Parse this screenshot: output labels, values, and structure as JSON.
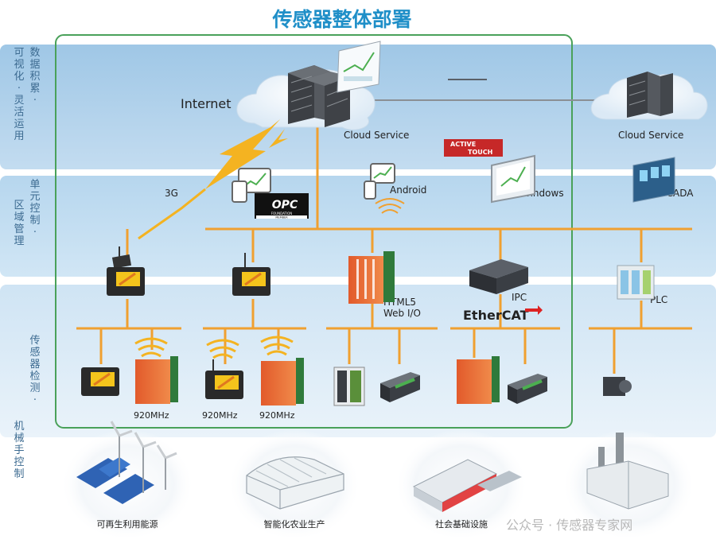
{
  "title": "传感器整体部署",
  "zones": {
    "top": {
      "col1": "可视化·灵活运用",
      "col2": "数据积累·"
    },
    "mid": {
      "col1": "区域管理",
      "col2": "单元控制·"
    },
    "bottom": {
      "col1": "机械手控制",
      "col2": "传感器检测·"
    }
  },
  "labels": {
    "internet": "Internet",
    "cloud_service_1": "Cloud Service",
    "cloud_service_2": "Cloud Service",
    "g3": "3G",
    "android": "Android",
    "windows": "Windows",
    "scada": "SCADA",
    "html5": "HTML5",
    "webio": "Web I/O",
    "ipc": "IPC",
    "plc": "PLC",
    "ethercat": "EtherCAT",
    "mhz1": "920MHz",
    "mhz2": "920MHz",
    "mhz3": "920MHz"
  },
  "logos": {
    "opc_name": "OPC",
    "opc_sub": "FOUNDATION",
    "opc_member": "MEMBER",
    "active_top": "ACTIVE",
    "active_bottom": "TOUCH"
  },
  "applications": [
    {
      "label": "可再生利用能源"
    },
    {
      "label": "智能化农业生产"
    },
    {
      "label": "社会基础设施"
    },
    {
      "label": ""
    }
  ],
  "watermark": "公众号 · 传感器专家网",
  "colors": {
    "title": "#1f8fc8",
    "band_top": "#a9cde9",
    "band_mid": "#bcdaef",
    "band_bottom": "#d7e9f6",
    "network_line": "#f0a030",
    "frame": "#4aa15a",
    "lightning": "#f4b321"
  }
}
